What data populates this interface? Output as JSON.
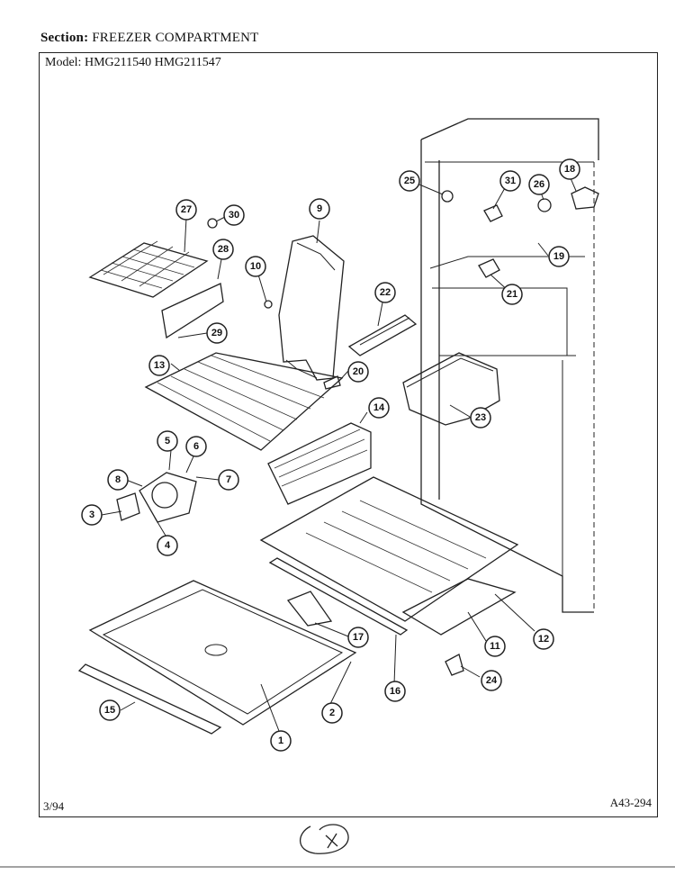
{
  "header": {
    "section_label": "Section:",
    "section_value": "FREEZER COMPARTMENT",
    "model_label": "Model:",
    "model_values": "HMG211540  HMG211547"
  },
  "footer": {
    "date": "3/94",
    "code": "A43-294"
  },
  "callouts": [
    "1",
    "2",
    "3",
    "4",
    "5",
    "6",
    "7",
    "8",
    "9",
    "10",
    "11",
    "12",
    "13",
    "14",
    "15",
    "16",
    "17",
    "18",
    "19",
    "20",
    "21",
    "22",
    "23",
    "24",
    "25",
    "26",
    "27",
    "28",
    "29",
    "30",
    "31"
  ]
}
